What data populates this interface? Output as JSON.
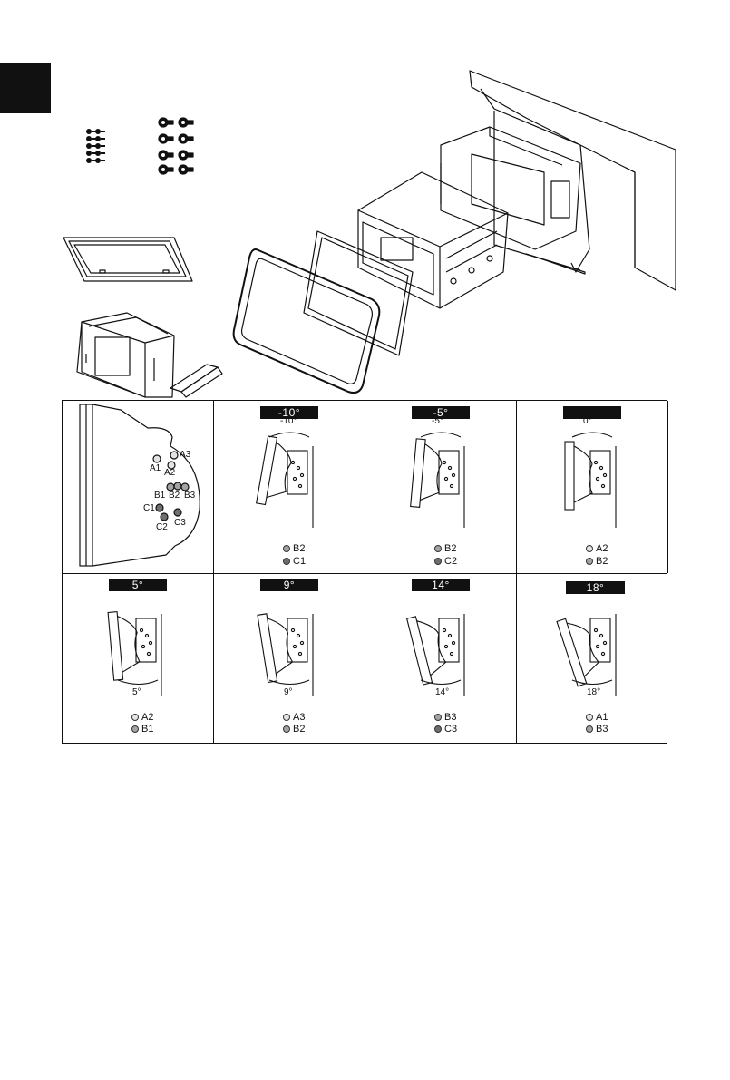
{
  "hole_diagram": {
    "labels": [
      "A1",
      "A2",
      "A3",
      "B1",
      "B2",
      "B3",
      "C1",
      "C2",
      "C3"
    ]
  },
  "angles": [
    {
      "badge": "-10°",
      "angle_label": "-10°",
      "positions": [
        {
          "id": "B2",
          "group": "b"
        },
        {
          "id": "C1",
          "group": "c"
        }
      ]
    },
    {
      "badge": "-5°",
      "angle_label": "-5°",
      "positions": [
        {
          "id": "B2",
          "group": "b"
        },
        {
          "id": "C2",
          "group": "c"
        }
      ]
    },
    {
      "badge": "",
      "angle_label": "0°",
      "positions": [
        {
          "id": "A2",
          "group": "a"
        },
        {
          "id": "B2",
          "group": "b"
        }
      ]
    },
    {
      "badge": "5°",
      "angle_label": "5°",
      "positions": [
        {
          "id": "A2",
          "group": "a"
        },
        {
          "id": "B1",
          "group": "b"
        }
      ]
    },
    {
      "badge": "9°",
      "angle_label": "9°",
      "positions": [
        {
          "id": "A3",
          "group": "a"
        },
        {
          "id": "B2",
          "group": "b"
        }
      ]
    },
    {
      "badge": "14°",
      "angle_label": "14°",
      "positions": [
        {
          "id": "B3",
          "group": "b"
        },
        {
          "id": "C3",
          "group": "c"
        }
      ]
    },
    {
      "badge": "18°",
      "angle_label": "18°",
      "positions": [
        {
          "id": "A1",
          "group": "a"
        },
        {
          "id": "B3",
          "group": "b"
        }
      ]
    }
  ]
}
